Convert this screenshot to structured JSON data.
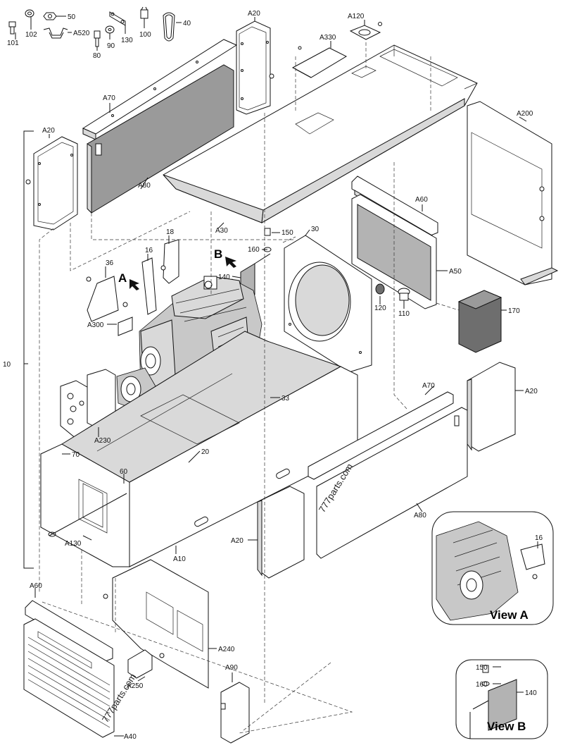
{
  "diagram": {
    "callouts": {
      "c101": "101",
      "c102": "102",
      "c50": "50",
      "cA520": "A520",
      "c80": "80",
      "c90": "90",
      "c130": "130",
      "c100": "100",
      "c40": "40",
      "cA20_top": "A20",
      "cA120": "A120",
      "cA330": "A330",
      "cA70_top": "A70",
      "cA20_left": "A20",
      "cA80_top": "A80",
      "cA200": "A200",
      "cA30": "A30",
      "cA60_top": "A60",
      "c150": "150",
      "c30": "30",
      "c160": "160",
      "c18": "18",
      "c16": "16",
      "c36": "36",
      "cB": "B",
      "c140": "140",
      "cA": "A",
      "cA50": "A50",
      "c120": "120",
      "c110": "110",
      "c170": "170",
      "cA300": "A300",
      "c10": "10",
      "cA230": "A230",
      "c33": "33",
      "cA70_mid": "A70",
      "cA20_right": "A20",
      "c70": "70",
      "c20": "20",
      "c60": "60",
      "cA130": "A130",
      "cA10": "A10",
      "cA20_mid": "A20",
      "cA80_mid": "A80",
      "cA60_bottom": "A60",
      "cA240": "A240",
      "cA250": "A250",
      "cA90": "A90",
      "cA40": "A40",
      "c16_viewA": "16",
      "c150_viewB": "150",
      "c160_viewB": "160",
      "c140_viewB": "140"
    },
    "view_a": {
      "title": "View A"
    },
    "view_b": {
      "title": "View B"
    },
    "watermark": "777parts.com"
  },
  "colors": {
    "line": "#111111",
    "panel_fill": "#9a9a9a",
    "mesh_fill": "#b3b3b3",
    "box_170": "#6e6e6e"
  }
}
